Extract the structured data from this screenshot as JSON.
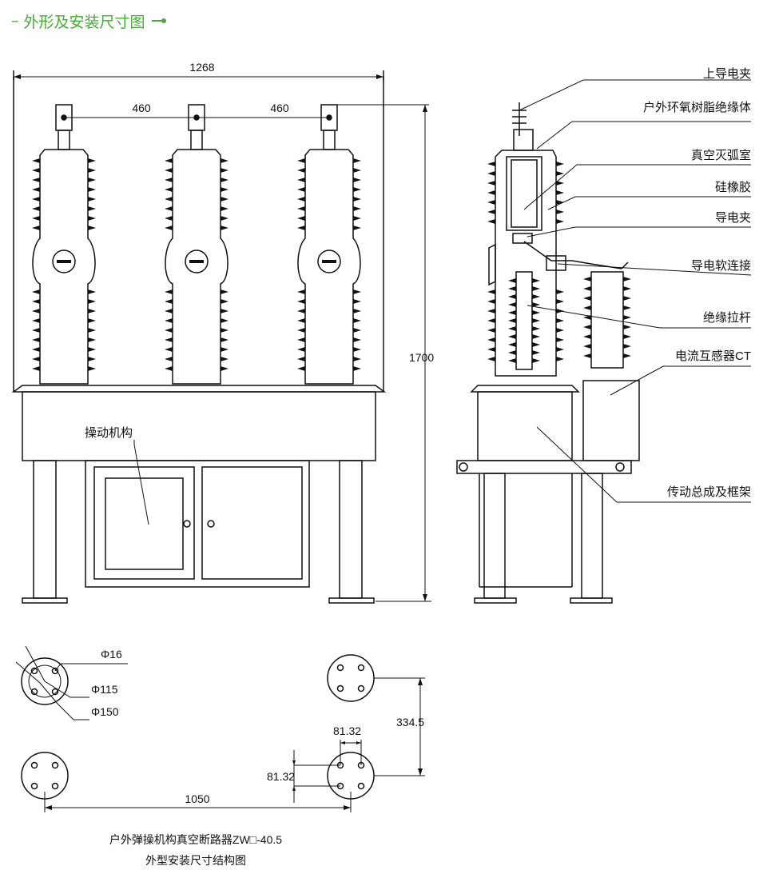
{
  "header": {
    "title": "外形及安装尺寸图"
  },
  "front_view": {
    "width_dim": "1268",
    "spacing_left": "460",
    "spacing_right": "460",
    "height_dim": "1700",
    "mechanism_label": "操动机构"
  },
  "side_view": {
    "labels": [
      "上导电夹",
      "户外环氧树脂绝缘体",
      "真空灭弧室",
      "硅橡胶",
      "导电夹",
      "导电软连接",
      "绝缘拉杆",
      "电流互感器CT",
      "传动总成及框架"
    ]
  },
  "foundation": {
    "phi_bolt": "Φ16",
    "phi_pcd": "Φ115",
    "phi_outer": "Φ150",
    "vertical_spacing": "334.5",
    "bolt_dx": "81.32",
    "bolt_dy": "81.32",
    "horizontal_spacing": "1050"
  },
  "caption": {
    "line1": "户外弹操机构真空断路器ZW□-40.5",
    "line2": "外型安装尺寸结构图"
  }
}
